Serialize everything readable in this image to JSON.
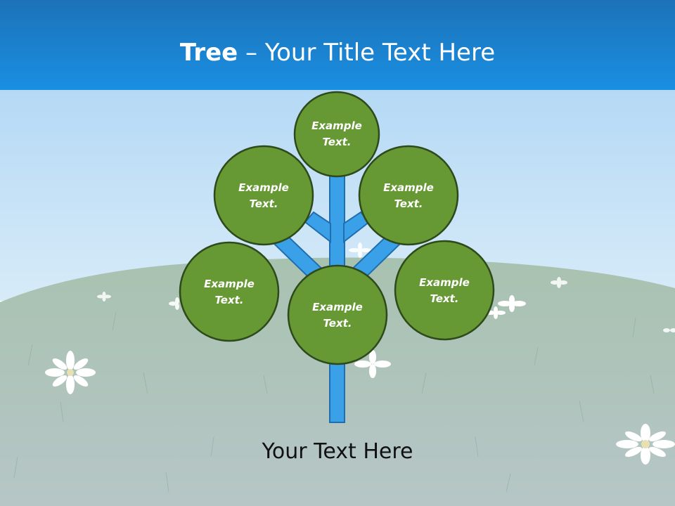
{
  "title": {
    "bold": "Tree",
    "separator": " – ",
    "rest": "Your Title Text Here"
  },
  "footer": "Your Text Here",
  "nodes": [
    {
      "id": "top",
      "text_line1": "Example",
      "text_line2": "Text."
    },
    {
      "id": "upper-left",
      "text_line1": "Example",
      "text_line2": "Text."
    },
    {
      "id": "upper-right",
      "text_line1": "Example",
      "text_line2": "Text."
    },
    {
      "id": "lower-left",
      "text_line1": "Example",
      "text_line2": "Text."
    },
    {
      "id": "center",
      "text_line1": "Example",
      "text_line2": "Text."
    },
    {
      "id": "lower-right",
      "text_line1": "Example",
      "text_line2": "Text."
    }
  ],
  "colors": {
    "header_blue": "#1a86d6",
    "sky_light": "#c8e2f6",
    "grass": "#9fb8a9",
    "trunk": "#3aa0e8",
    "trunk_outline": "#1f6fb0",
    "circle_fill": "#669933",
    "circle_outline": "#2e4a1c"
  }
}
